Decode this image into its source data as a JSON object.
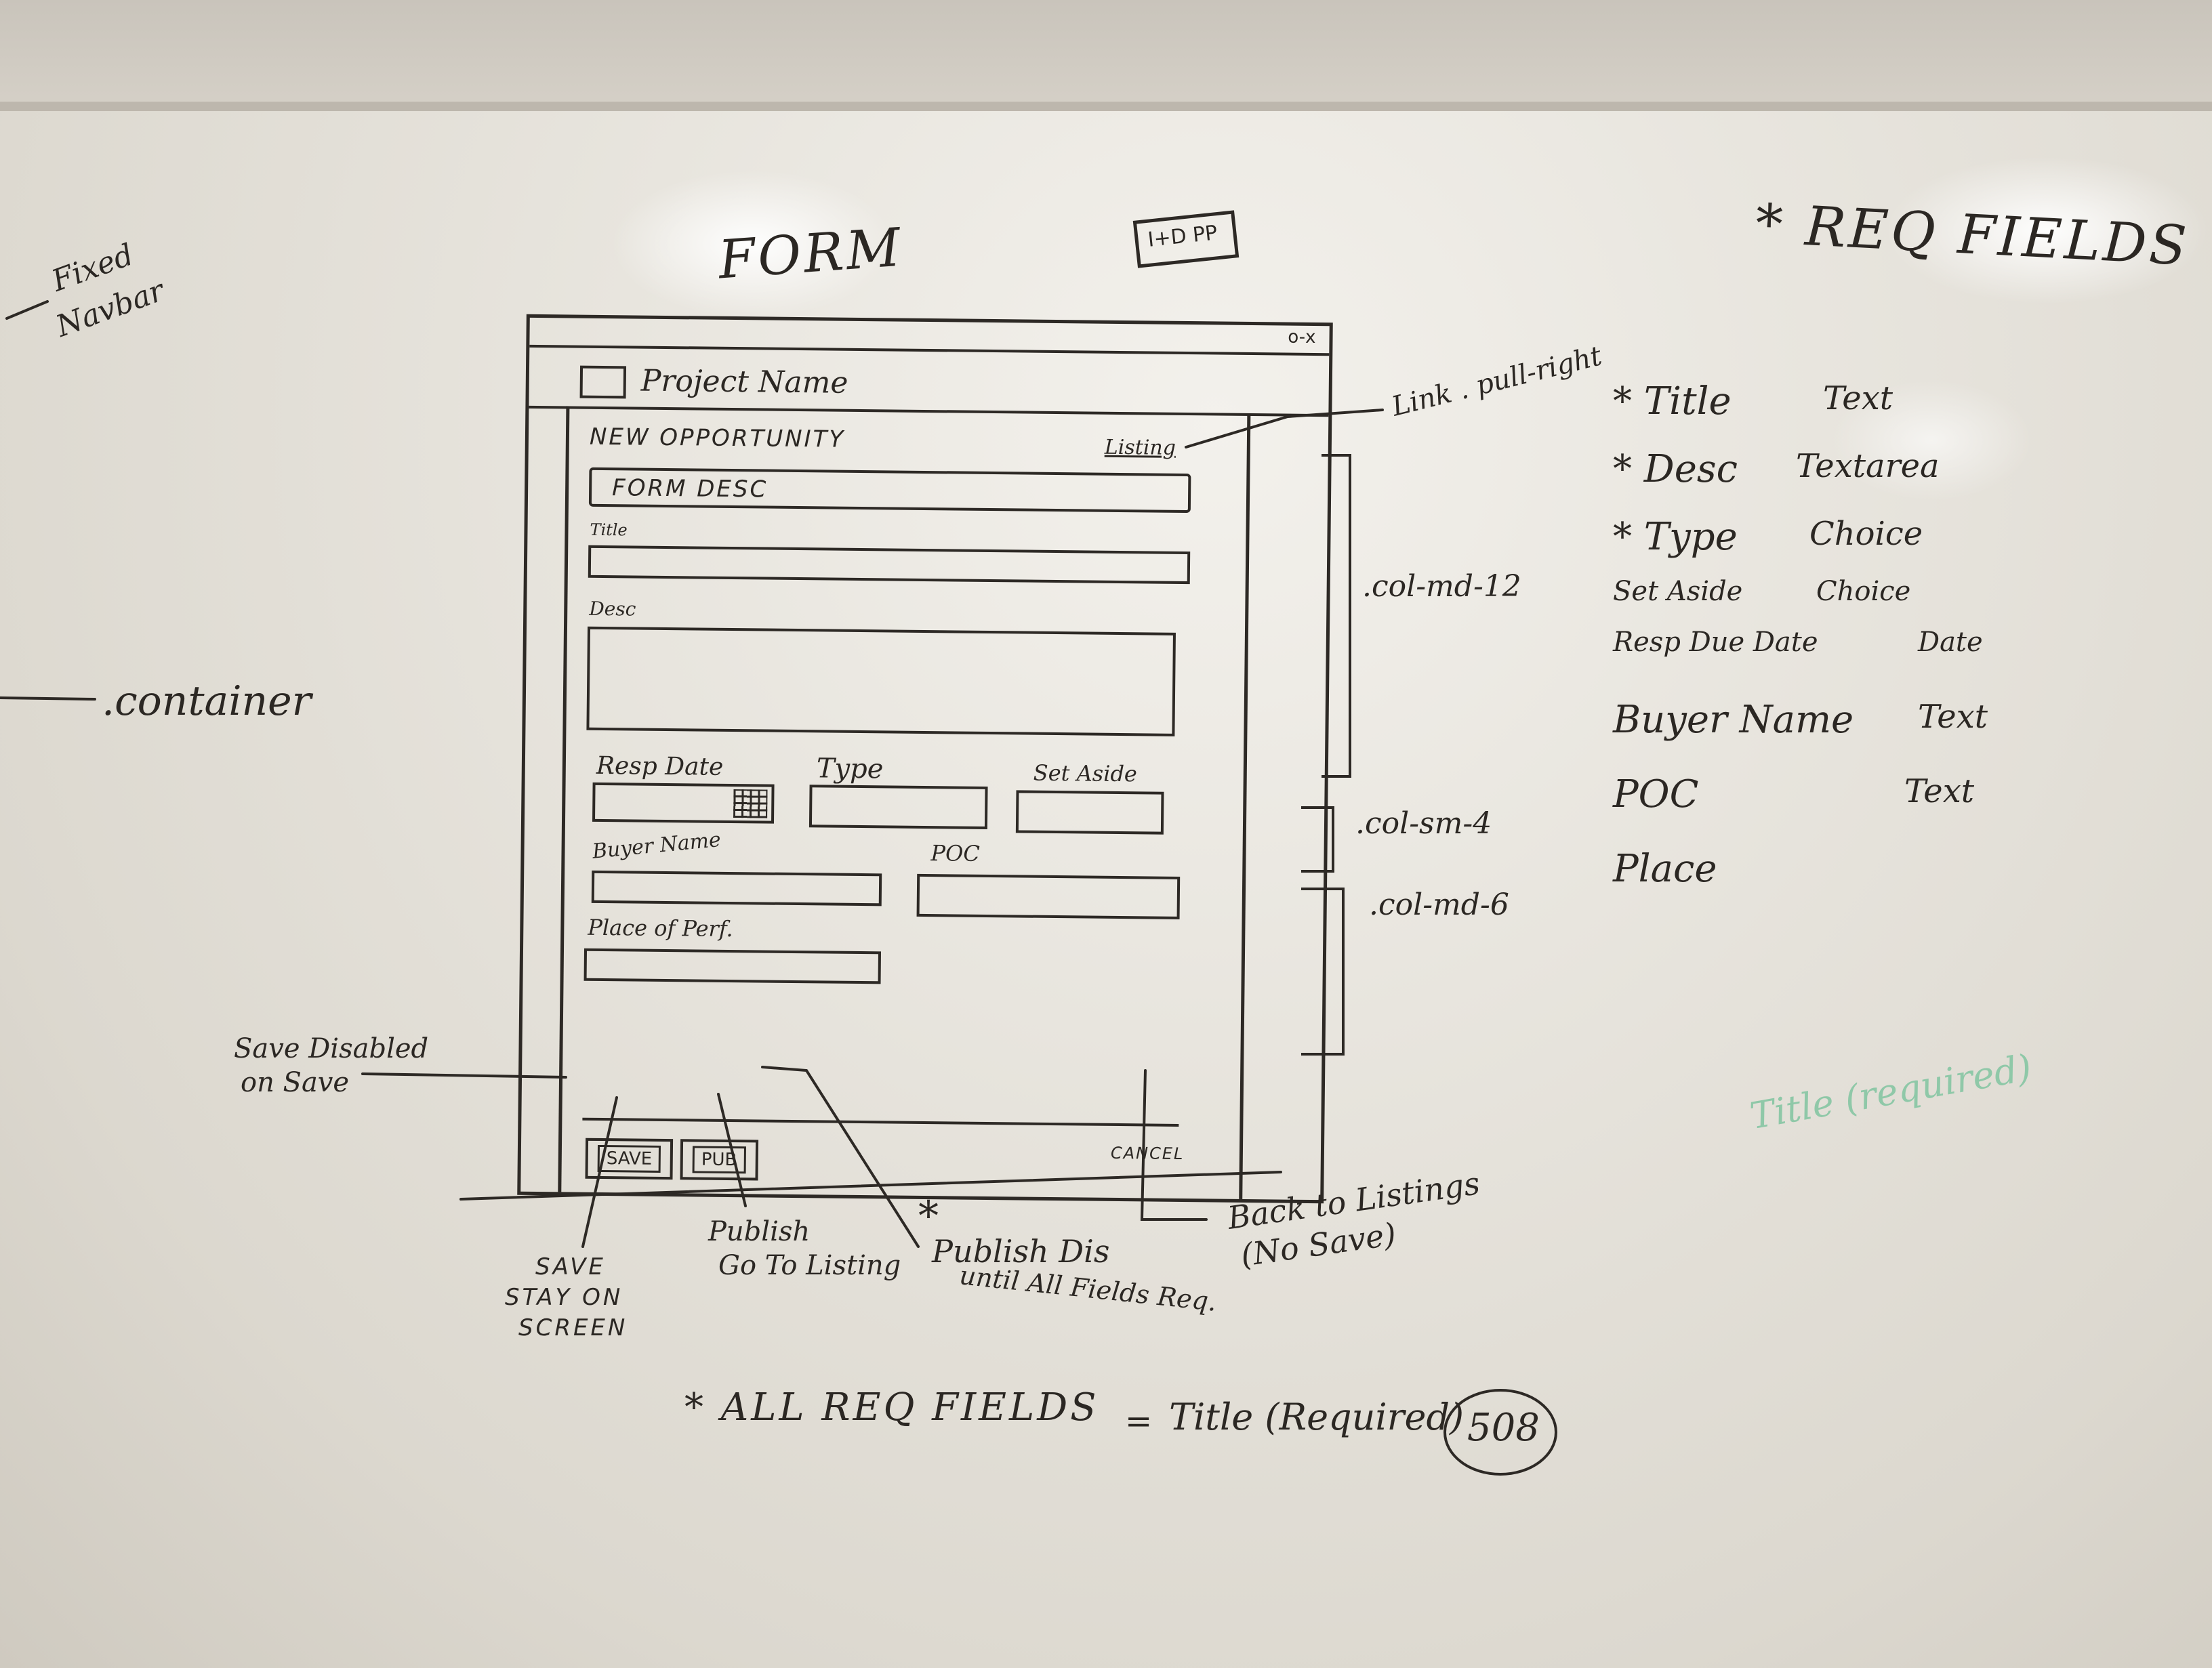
{
  "header": {
    "form_title": "FORM",
    "top_icon": "I+D PP",
    "req_fields_title": "* REQ FIELDS"
  },
  "side_notes": {
    "fixed_navbar_line1": "Fixed",
    "fixed_navbar_line2": "Navbar",
    "container": ".container",
    "link_pull_right": "Link . pull-right",
    "col_md_12": ".col-md-12",
    "col_sm_4": ".col-sm-4",
    "col_md_6": ".col-md-6",
    "save_disabled_line1": "Save Disabled",
    "save_disabled_line2": "on Save",
    "save_stay_line1": "SAVE",
    "save_stay_line2": "STAY ON",
    "save_stay_line3": "SCREEN",
    "publish_go_line1": "Publish",
    "publish_go_line2": "Go To Listing",
    "publish_dis_star": "*",
    "publish_dis_line1": "Publish Dis",
    "publish_dis_line2": "until All Fields Req.",
    "back_to_listings_line1": "Back to Listings",
    "back_to_listings_line2": "(No Save)",
    "all_req_fields": "* ALL REQ FIELDS",
    "equals": "=",
    "title_required": "Title (Required)",
    "circled_number": "508",
    "green_note": "Title (required)"
  },
  "wireframe": {
    "window_controls": "o-x",
    "project_name": "Project Name",
    "heading": "NEW OPPORTUNITY",
    "listing_link": "Listing",
    "form_desc": "FORM DESC",
    "labels": {
      "title": "Title",
      "desc": "Desc",
      "resp_date": "Resp Date",
      "type": "Type",
      "set_aside": "Set Aside",
      "buyer_name": "Buyer Name",
      "poc": "POC",
      "place_of_perf": "Place of Perf."
    },
    "buttons": {
      "save": "SAVE",
      "pub": "PUB",
      "cancel": "CANCEL"
    }
  },
  "required_fields": [
    {
      "name": "* Title",
      "type": "Text"
    },
    {
      "name": "* Desc",
      "type": "Textarea"
    },
    {
      "name": "* Type",
      "type": "Choice"
    },
    {
      "name": "Set Aside",
      "type": "Choice"
    },
    {
      "name": "Resp Due Date",
      "type": "Date"
    },
    {
      "name": "Buyer Name",
      "type": "Text"
    },
    {
      "name": "POC",
      "type": "Text"
    },
    {
      "name": "Place",
      "type": ""
    }
  ]
}
